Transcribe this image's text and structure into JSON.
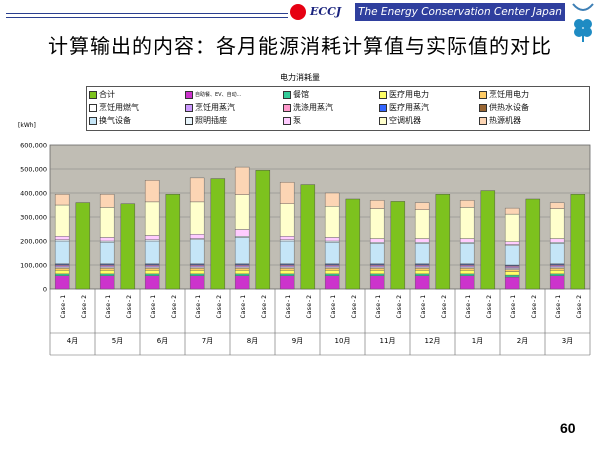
{
  "header": {
    "logo_text": "ECCJ",
    "banner_text": "The Energy Conservation Center Japan"
  },
  "title": "计算输出的内容：各月能源消耗计算值与实际值的对比",
  "page_number": "60",
  "chart_data": {
    "type": "bar",
    "title": "电力消耗量",
    "ylabel": "[kWh]",
    "ylim": [
      0,
      600000
    ],
    "yticks": [
      "0",
      "100,000",
      "200,000",
      "300,000",
      "400,000",
      "500,000",
      "600,000"
    ],
    "ytick_values": [
      0,
      100000,
      200000,
      300000,
      400000,
      500000,
      600000
    ],
    "grid": true,
    "background_color": "#c0bdb4",
    "months": [
      "4月",
      "5月",
      "6月",
      "7月",
      "8月",
      "9月",
      "10月",
      "11月",
      "12月",
      "1月",
      "2月",
      "3月"
    ],
    "case_labels": [
      "Case-1",
      "Case-2"
    ],
    "case1_series": [
      {
        "name": "自助餐、EV、自动...",
        "color": "#cc33cc",
        "values": [
          55000,
          55000,
          55000,
          55000,
          55000,
          55000,
          55000,
          55000,
          55000,
          55000,
          50000,
          55000
        ]
      },
      {
        "name": "餐馆",
        "color": "#33cc99",
        "values": [
          8000,
          8000,
          8000,
          8000,
          8000,
          8000,
          8000,
          8000,
          8000,
          8000,
          8000,
          8000
        ]
      },
      {
        "name": "医疗用电力",
        "color": "#ffff66",
        "values": [
          15000,
          15000,
          15000,
          15000,
          15000,
          15000,
          15000,
          15000,
          15000,
          15000,
          15000,
          15000
        ]
      },
      {
        "name": "烹饪用电力",
        "color": "#ffcc66",
        "values": [
          8000,
          8000,
          8000,
          8000,
          8000,
          8000,
          8000,
          8000,
          8000,
          8000,
          8000,
          8000
        ]
      },
      {
        "name": "烹饪用燃气",
        "color": "#ffffff",
        "values": [
          5000,
          5000,
          5000,
          5000,
          5000,
          5000,
          5000,
          5000,
          5000,
          5000,
          5000,
          5000
        ]
      },
      {
        "name": "烹饪用蒸汽",
        "color": "#cc99ff",
        "values": [
          5000,
          5000,
          5000,
          5000,
          5000,
          5000,
          5000,
          5000,
          5000,
          5000,
          5000,
          5000
        ]
      },
      {
        "name": "洗涤用蒸汽",
        "color": "#ff99cc",
        "values": [
          4000,
          4000,
          4000,
          4000,
          4000,
          4000,
          4000,
          4000,
          4000,
          4000,
          4000,
          4000
        ]
      },
      {
        "name": "医疗用蒸汽",
        "color": "#3366ff",
        "values": [
          3000,
          3000,
          3000,
          3000,
          3000,
          3000,
          3000,
          3000,
          3000,
          3000,
          3000,
          3000
        ]
      },
      {
        "name": "供热水设备",
        "color": "#996633",
        "values": [
          2000,
          2000,
          2000,
          2000,
          2000,
          2000,
          2000,
          2000,
          2000,
          2000,
          2000,
          2000
        ]
      },
      {
        "name": "换气设备",
        "color": "#c5e5f7",
        "values": [
          95000,
          90000,
          95000,
          100000,
          110000,
          95000,
          90000,
          85000,
          85000,
          85000,
          80000,
          85000
        ]
      },
      {
        "name": "照明插座",
        "color": "#e7f4fb",
        "values": [
          5000,
          5000,
          5000,
          5000,
          5000,
          5000,
          5000,
          5000,
          5000,
          5000,
          5000,
          5000
        ]
      },
      {
        "name": "泵",
        "color": "#ffccff",
        "values": [
          15000,
          15000,
          18000,
          18000,
          28000,
          15000,
          15000,
          15000,
          15000,
          15000,
          12000,
          15000
        ]
      },
      {
        "name": "空调机器",
        "color": "#ffffcc",
        "values": [
          130000,
          125000,
          140000,
          135000,
          145000,
          135000,
          130000,
          125000,
          120000,
          130000,
          115000,
          125000
        ]
      },
      {
        "name": "热源机器",
        "color": "#fcd5b4",
        "values": [
          45000,
          55000,
          90000,
          100000,
          115000,
          90000,
          55000,
          35000,
          30000,
          30000,
          25000,
          25000
        ]
      }
    ],
    "total_series": {
      "name": "合计",
      "color": "#7dc21e",
      "values": [
        360000,
        355000,
        395000,
        460000,
        495000,
        435000,
        375000,
        365000,
        395000,
        410000,
        375000,
        395000
      ]
    }
  }
}
